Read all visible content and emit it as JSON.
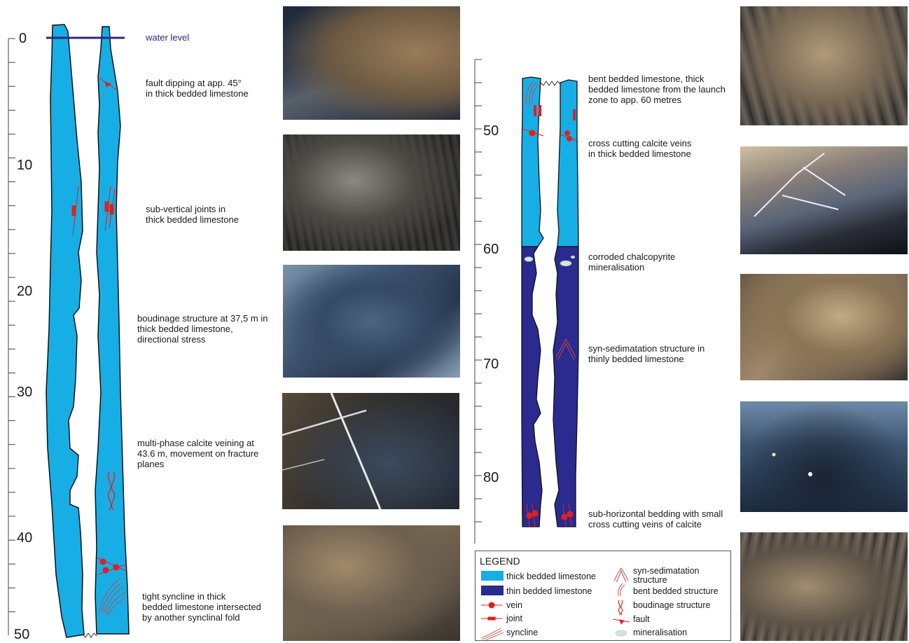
{
  "colors": {
    "thick_limestone": "#17aee6",
    "thin_limestone": "#2b2a8e",
    "symbols": "#e02020",
    "water_line": "#2b2a7e",
    "mineralisation": "#cfe8dc"
  },
  "left_scale": {
    "ticks": [
      "0",
      "10",
      "20",
      "30",
      "40",
      "50"
    ]
  },
  "right_scale": {
    "ticks": [
      "50",
      "60",
      "70",
      "80"
    ]
  },
  "water_level": {
    "label": "water level"
  },
  "left_descriptions": [
    {
      "text": "fault dipping at app. 45°\nin thick bedded limestone"
    },
    {
      "text": "sub-vertical joints in\nthick bedded limestone"
    },
    {
      "text": "boudinage structure at 37,5 m in\nthick bedded limestone,\ndirectional stress"
    },
    {
      "text": "multi-phase calcite veining at\n43.6 m, movement on fracture\nplanes"
    },
    {
      "text": "tight syncline in thick\nbedded limestone intersected\nby another synclinal fold"
    }
  ],
  "right_descriptions": [
    {
      "text": "bent bedded limestone, thick\nbedded limestone from the launch\nzone to app. 60 metres"
    },
    {
      "text": "cross cutting calcite veins\nin thick bedded limestone"
    },
    {
      "text": "corroded chalcopyrite\nmineralisation"
    },
    {
      "text": "syn-sedimatation structure in\nthinly bedded limestone"
    },
    {
      "text": "sub-horizontal bedding with small\ncross cutting veins of calcite"
    }
  ],
  "legend": {
    "title": "LEGEND",
    "left_items": [
      {
        "label": "thick bedded limestone",
        "icon": "thick-swatch"
      },
      {
        "label": "thin bedded limestone",
        "icon": "thin-swatch"
      },
      {
        "label": "vein",
        "icon": "vein-icon"
      },
      {
        "label": "joint",
        "icon": "joint-icon"
      },
      {
        "label": "syncline",
        "icon": "syncline-icon"
      }
    ],
    "right_items": [
      {
        "label": "syn-sedimatation\nstructure",
        "icon": "syn-sed-icon"
      },
      {
        "label": "bent bedded structure",
        "icon": "bent-bedded-icon"
      },
      {
        "label": "boudinage structure",
        "icon": "boudinage-icon"
      },
      {
        "label": "fault",
        "icon": "fault-icon"
      },
      {
        "label": "mineralisation",
        "icon": "mineralisation-icon"
      }
    ]
  }
}
